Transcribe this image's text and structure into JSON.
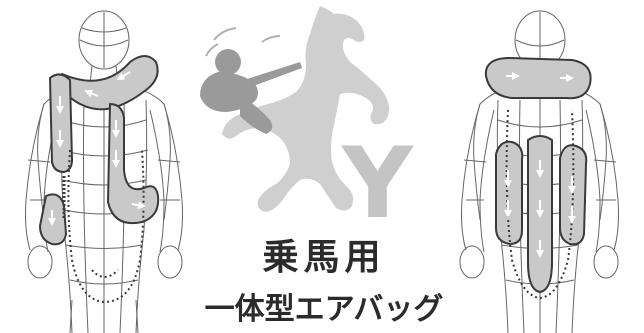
{
  "title": "乗馬用",
  "subtitle": "一体型エアバッグ",
  "brand_mark": "Y",
  "icons": {
    "left_figure": "mannequin-front-with-airbag-icon",
    "right_figure": "mannequin-back-with-airbag-icon",
    "center": "horse-rider-silhouette-icon"
  },
  "colors": {
    "outline": "#555555",
    "airbag_fill": "#c9c9c9",
    "airbag_stroke": "#3a3a3a",
    "horse": "#cfcfcf",
    "rider": "#9a9a9a",
    "letter": "#c4c4c4",
    "text": "#2b2b2b"
  }
}
